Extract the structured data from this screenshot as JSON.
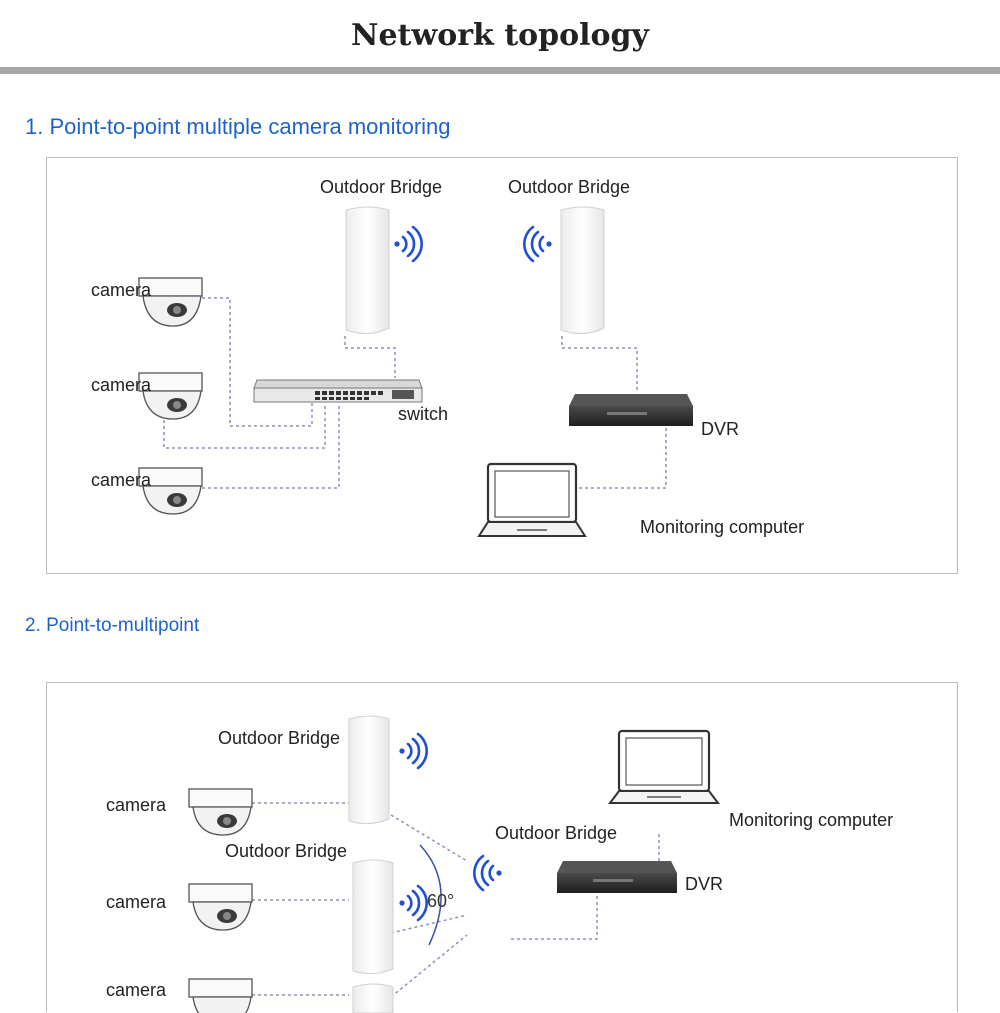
{
  "page": {
    "title": "Network topology"
  },
  "section1": {
    "heading": "1. Point-to-point multiple camera monitoring",
    "labels": {
      "bridge_left": "Outdoor Bridge",
      "bridge_right": "Outdoor Bridge",
      "camera_1": "camera",
      "camera_2": "camera",
      "camera_3": "camera",
      "switch": "switch",
      "dvr": "DVR",
      "computer": "Monitoring computer"
    }
  },
  "section2": {
    "heading": "2. Point-to-multipoint",
    "labels": {
      "bridge_top": "Outdoor Bridge",
      "bridge_middle": "Outdoor Bridge",
      "bridge_center": "Outdoor Bridge",
      "camera_1": "camera",
      "camera_2": "camera",
      "camera_3": "camera",
      "computer": "Monitoring computer",
      "dvr": "DVR",
      "angle": "60°"
    }
  },
  "colors": {
    "accent_blue": "#1f62c8",
    "wifi_blue": "#1f4fd6",
    "link_line": "#8f8fc0",
    "dvr_body": "#2e2e2e",
    "rule_gray": "#a7a7a7"
  },
  "icons": [
    "wifi-signal-icon",
    "camera-dome-icon",
    "outdoor-bridge-icon",
    "switch-icon",
    "dvr-icon",
    "laptop-icon"
  ]
}
